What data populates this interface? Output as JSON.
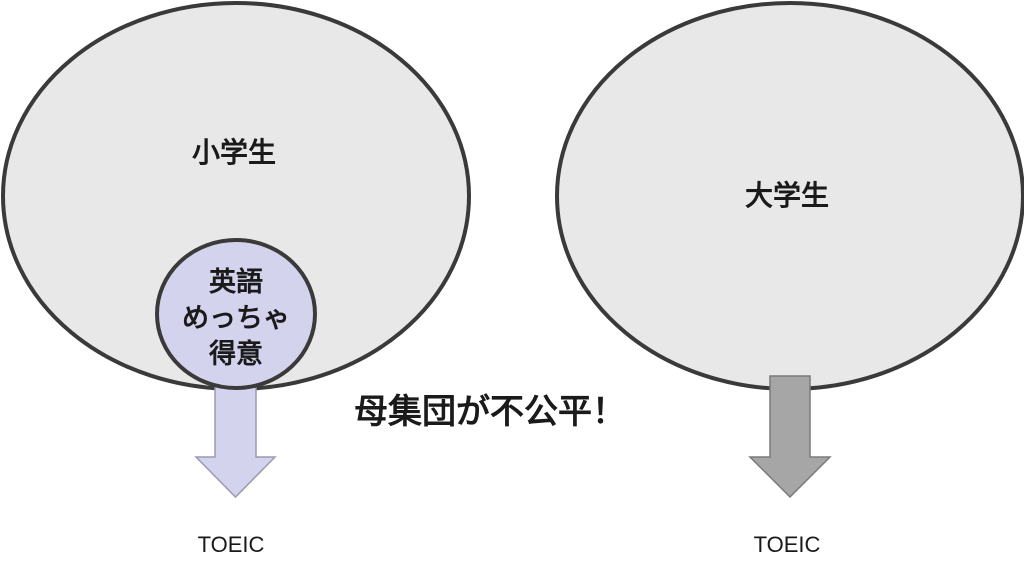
{
  "left_group": {
    "population_label": "小学生",
    "subgroup_lines": [
      "英語",
      "めっちゃ",
      "得意"
    ],
    "test_label": "TOEIC"
  },
  "right_group": {
    "population_label": "大学生",
    "test_label": "TOEIC"
  },
  "center_caption": "母集団が不公平！",
  "colors": {
    "population_fill": "#e8e8e8",
    "outline": "#3a3a3a",
    "subgroup_fill": "#d3d3ee",
    "left_arrow_fill": "#d3d3ee",
    "left_arrow_stroke": "#9a9ab0",
    "right_arrow_fill": "#a6a6a6",
    "right_arrow_stroke": "#7a7a7a"
  }
}
